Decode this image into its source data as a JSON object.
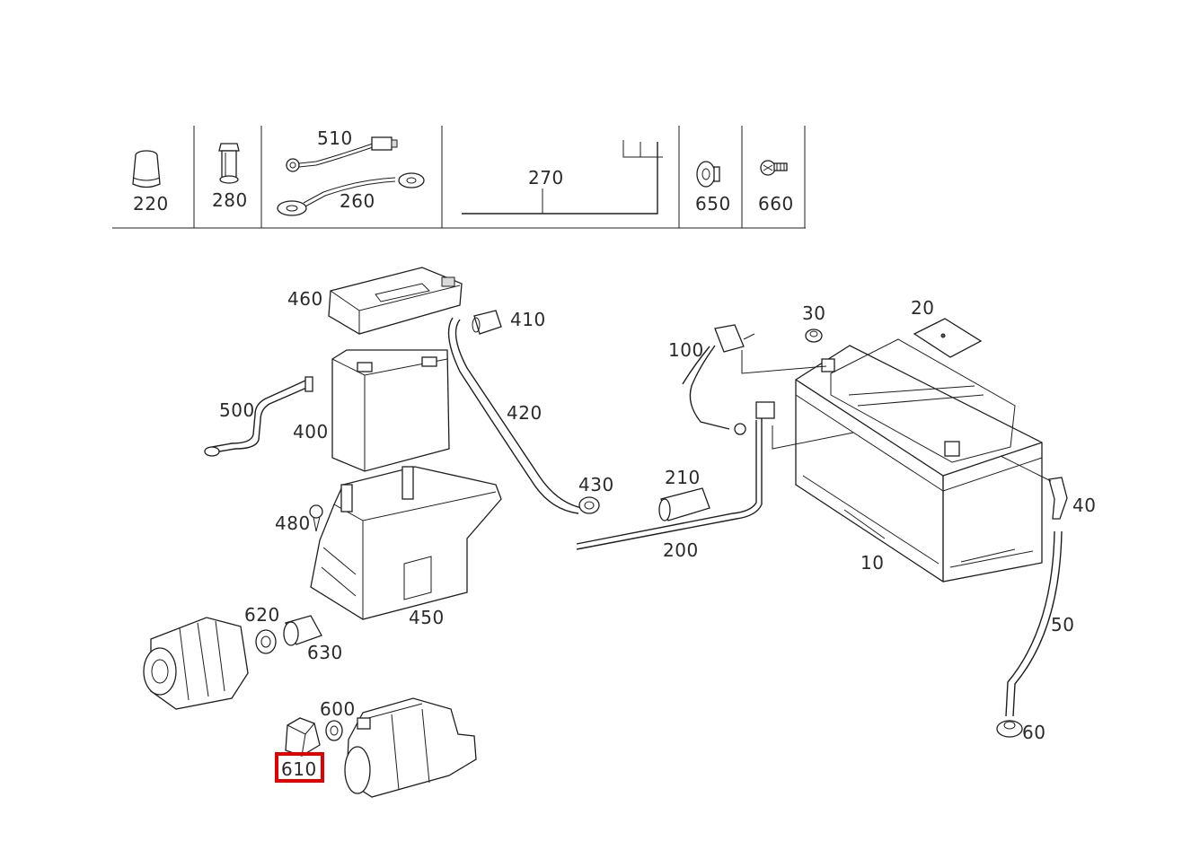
{
  "header_parts": [
    {
      "id": "220"
    },
    {
      "id": "280"
    },
    {
      "id": "510"
    },
    {
      "id": "260"
    },
    {
      "id": "270"
    },
    {
      "id": "650"
    },
    {
      "id": "660"
    }
  ],
  "labels": {
    "p10": "10",
    "p20": "20",
    "p30": "30",
    "p40": "40",
    "p50": "50",
    "p60": "60",
    "p100": "100",
    "p200": "200",
    "p210": "210",
    "p220": "220",
    "p260": "260",
    "p270": "270",
    "p280": "280",
    "p400": "400",
    "p410": "410",
    "p420": "420",
    "p430": "430",
    "p450": "450",
    "p460": "460",
    "p480": "480",
    "p500": "500",
    "p510": "510",
    "p600": "600",
    "p610": "610",
    "p620": "620",
    "p630": "630",
    "p650": "650",
    "p660": "660"
  },
  "highlighted_part": "610",
  "colors": {
    "highlight": "#e00000",
    "line": "#1e1e1e",
    "text": "#2a2a2a",
    "background": "#ffffff"
  }
}
